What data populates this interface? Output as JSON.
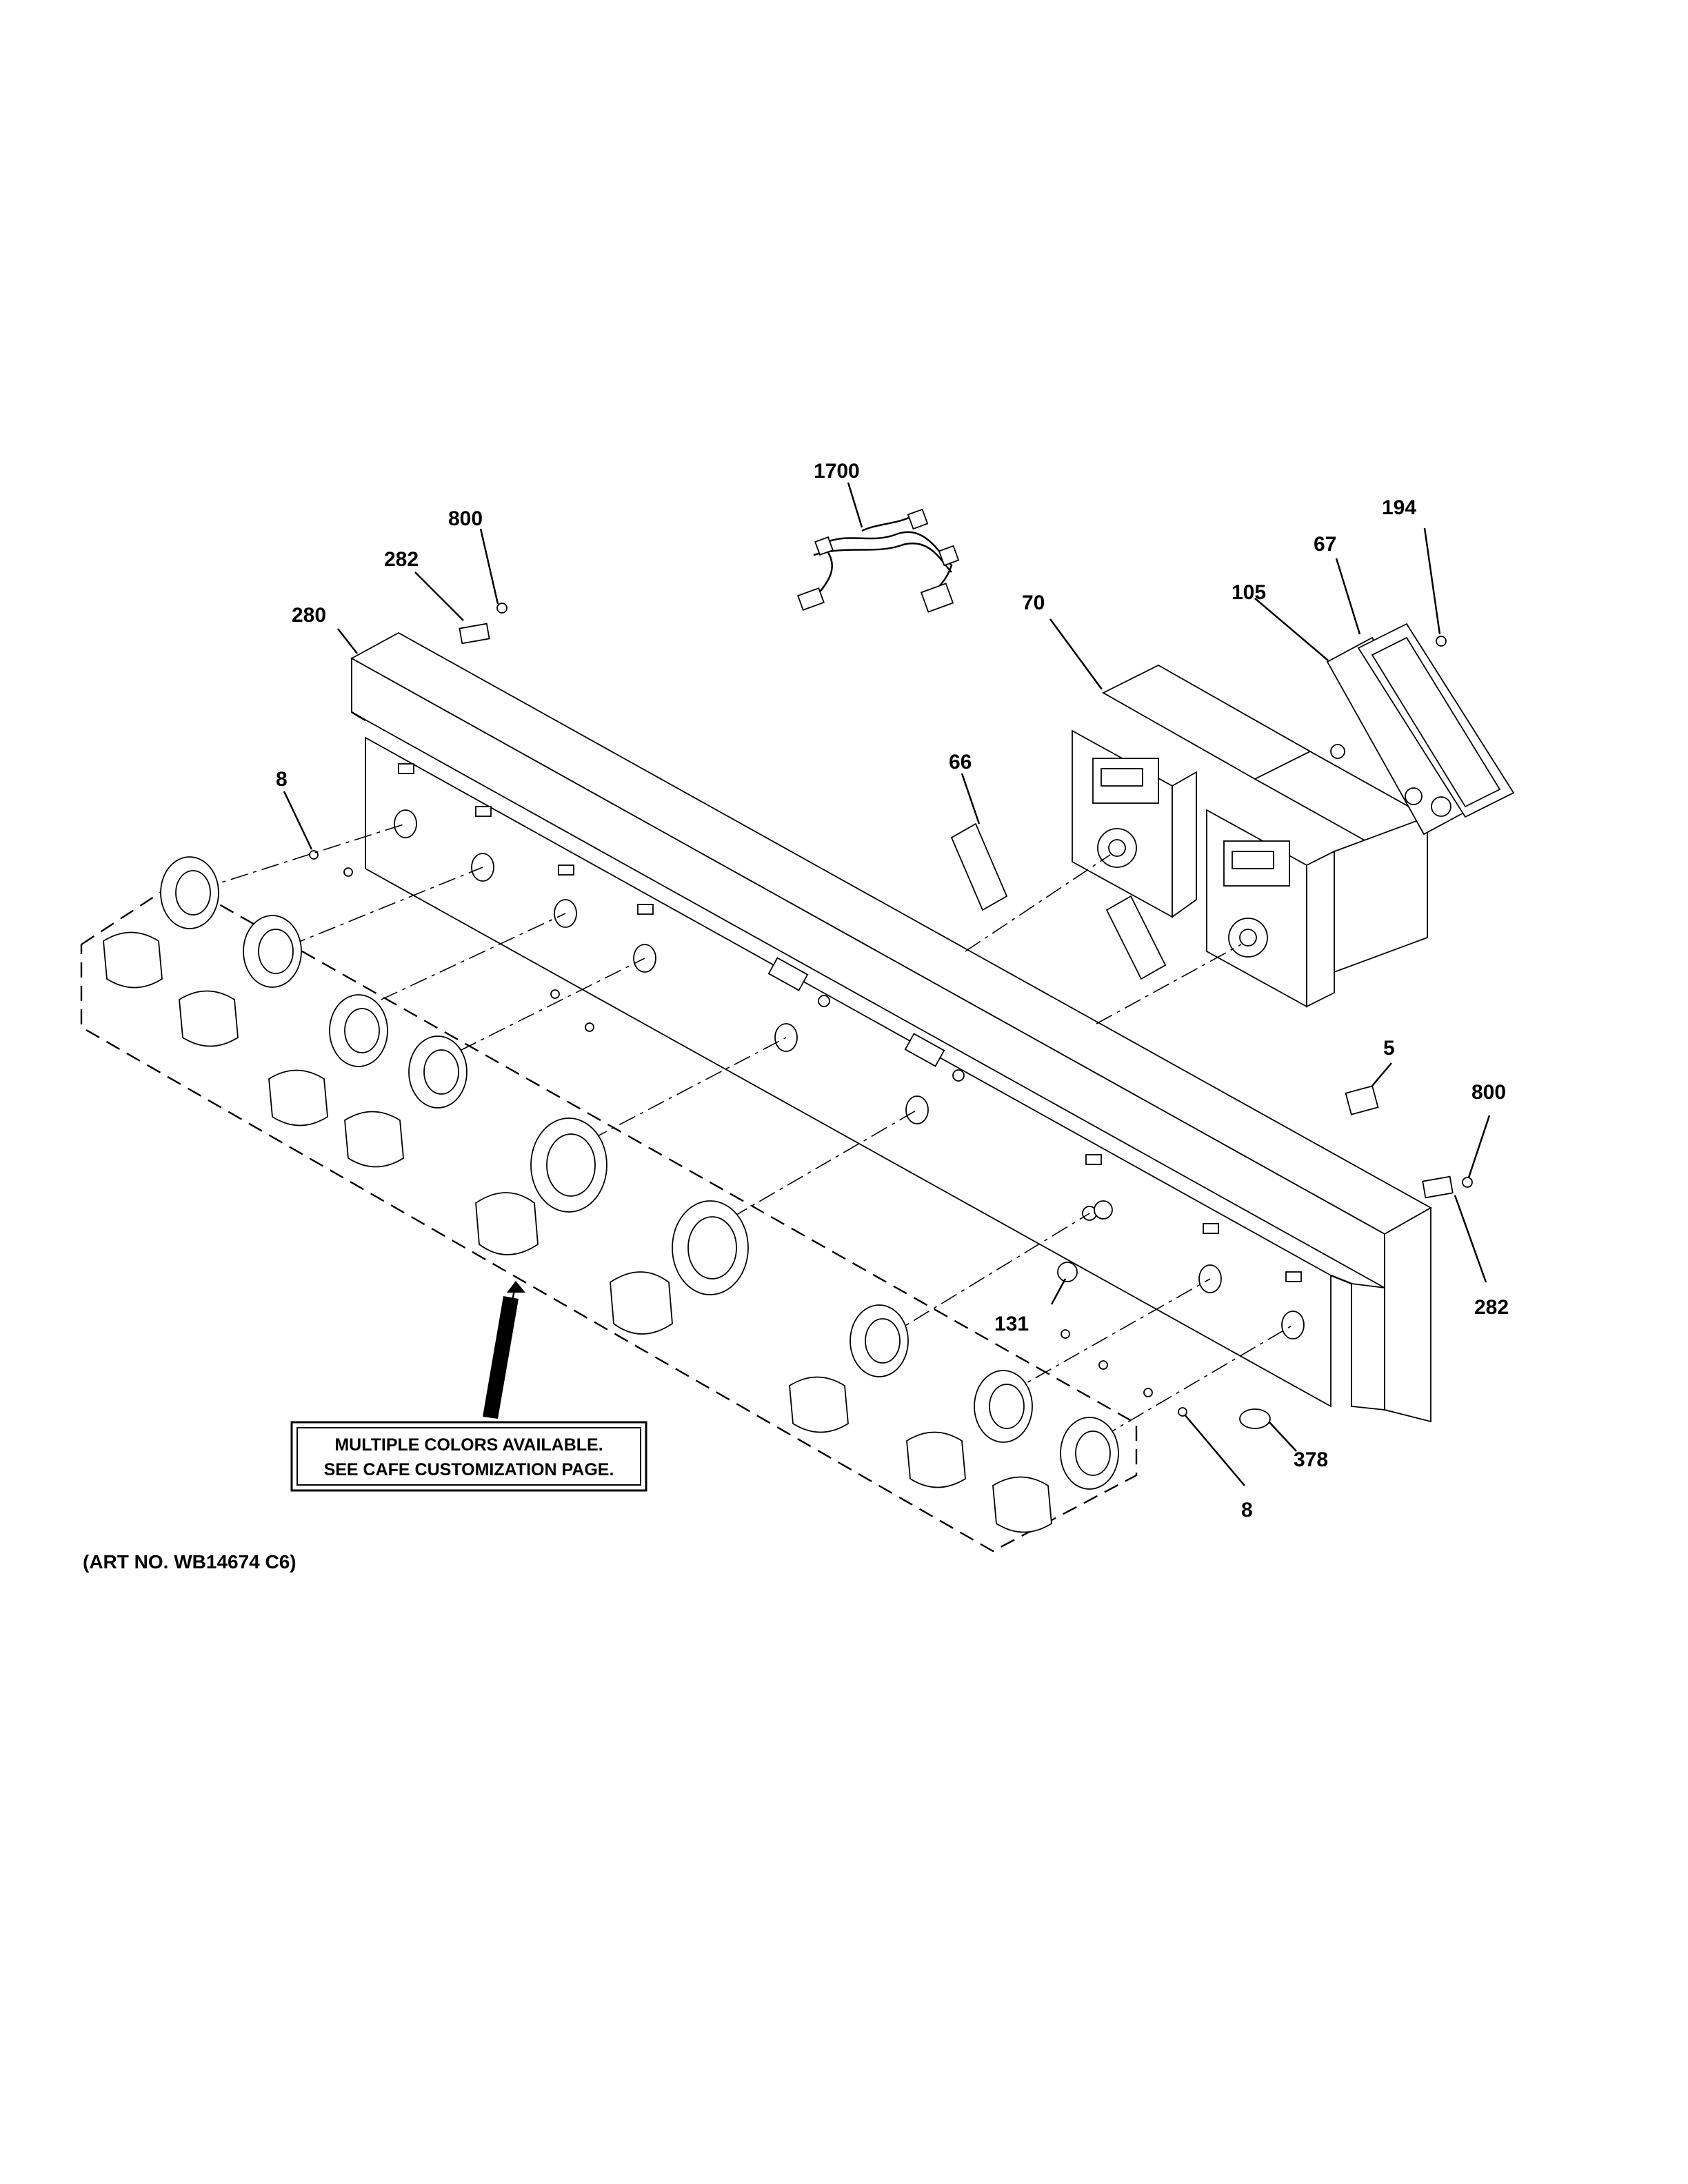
{
  "callouts": {
    "c1700": "1700",
    "c800_top": "800",
    "c282_top": "282",
    "c280": "280",
    "c8_left": "8",
    "c70": "70",
    "c105": "105",
    "c67": "67",
    "c194": "194",
    "c66": "66",
    "c5": "5",
    "c800_right": "800",
    "c282_right": "282",
    "c131": "131",
    "c378": "378",
    "c8_bottom": "8"
  },
  "note": {
    "line1": "MULTIPLE COLORS AVAILABLE.",
    "line2": "SEE CAFE CUSTOMIZATION PAGE."
  },
  "art_number": "(ART NO. WB14674 C6)"
}
